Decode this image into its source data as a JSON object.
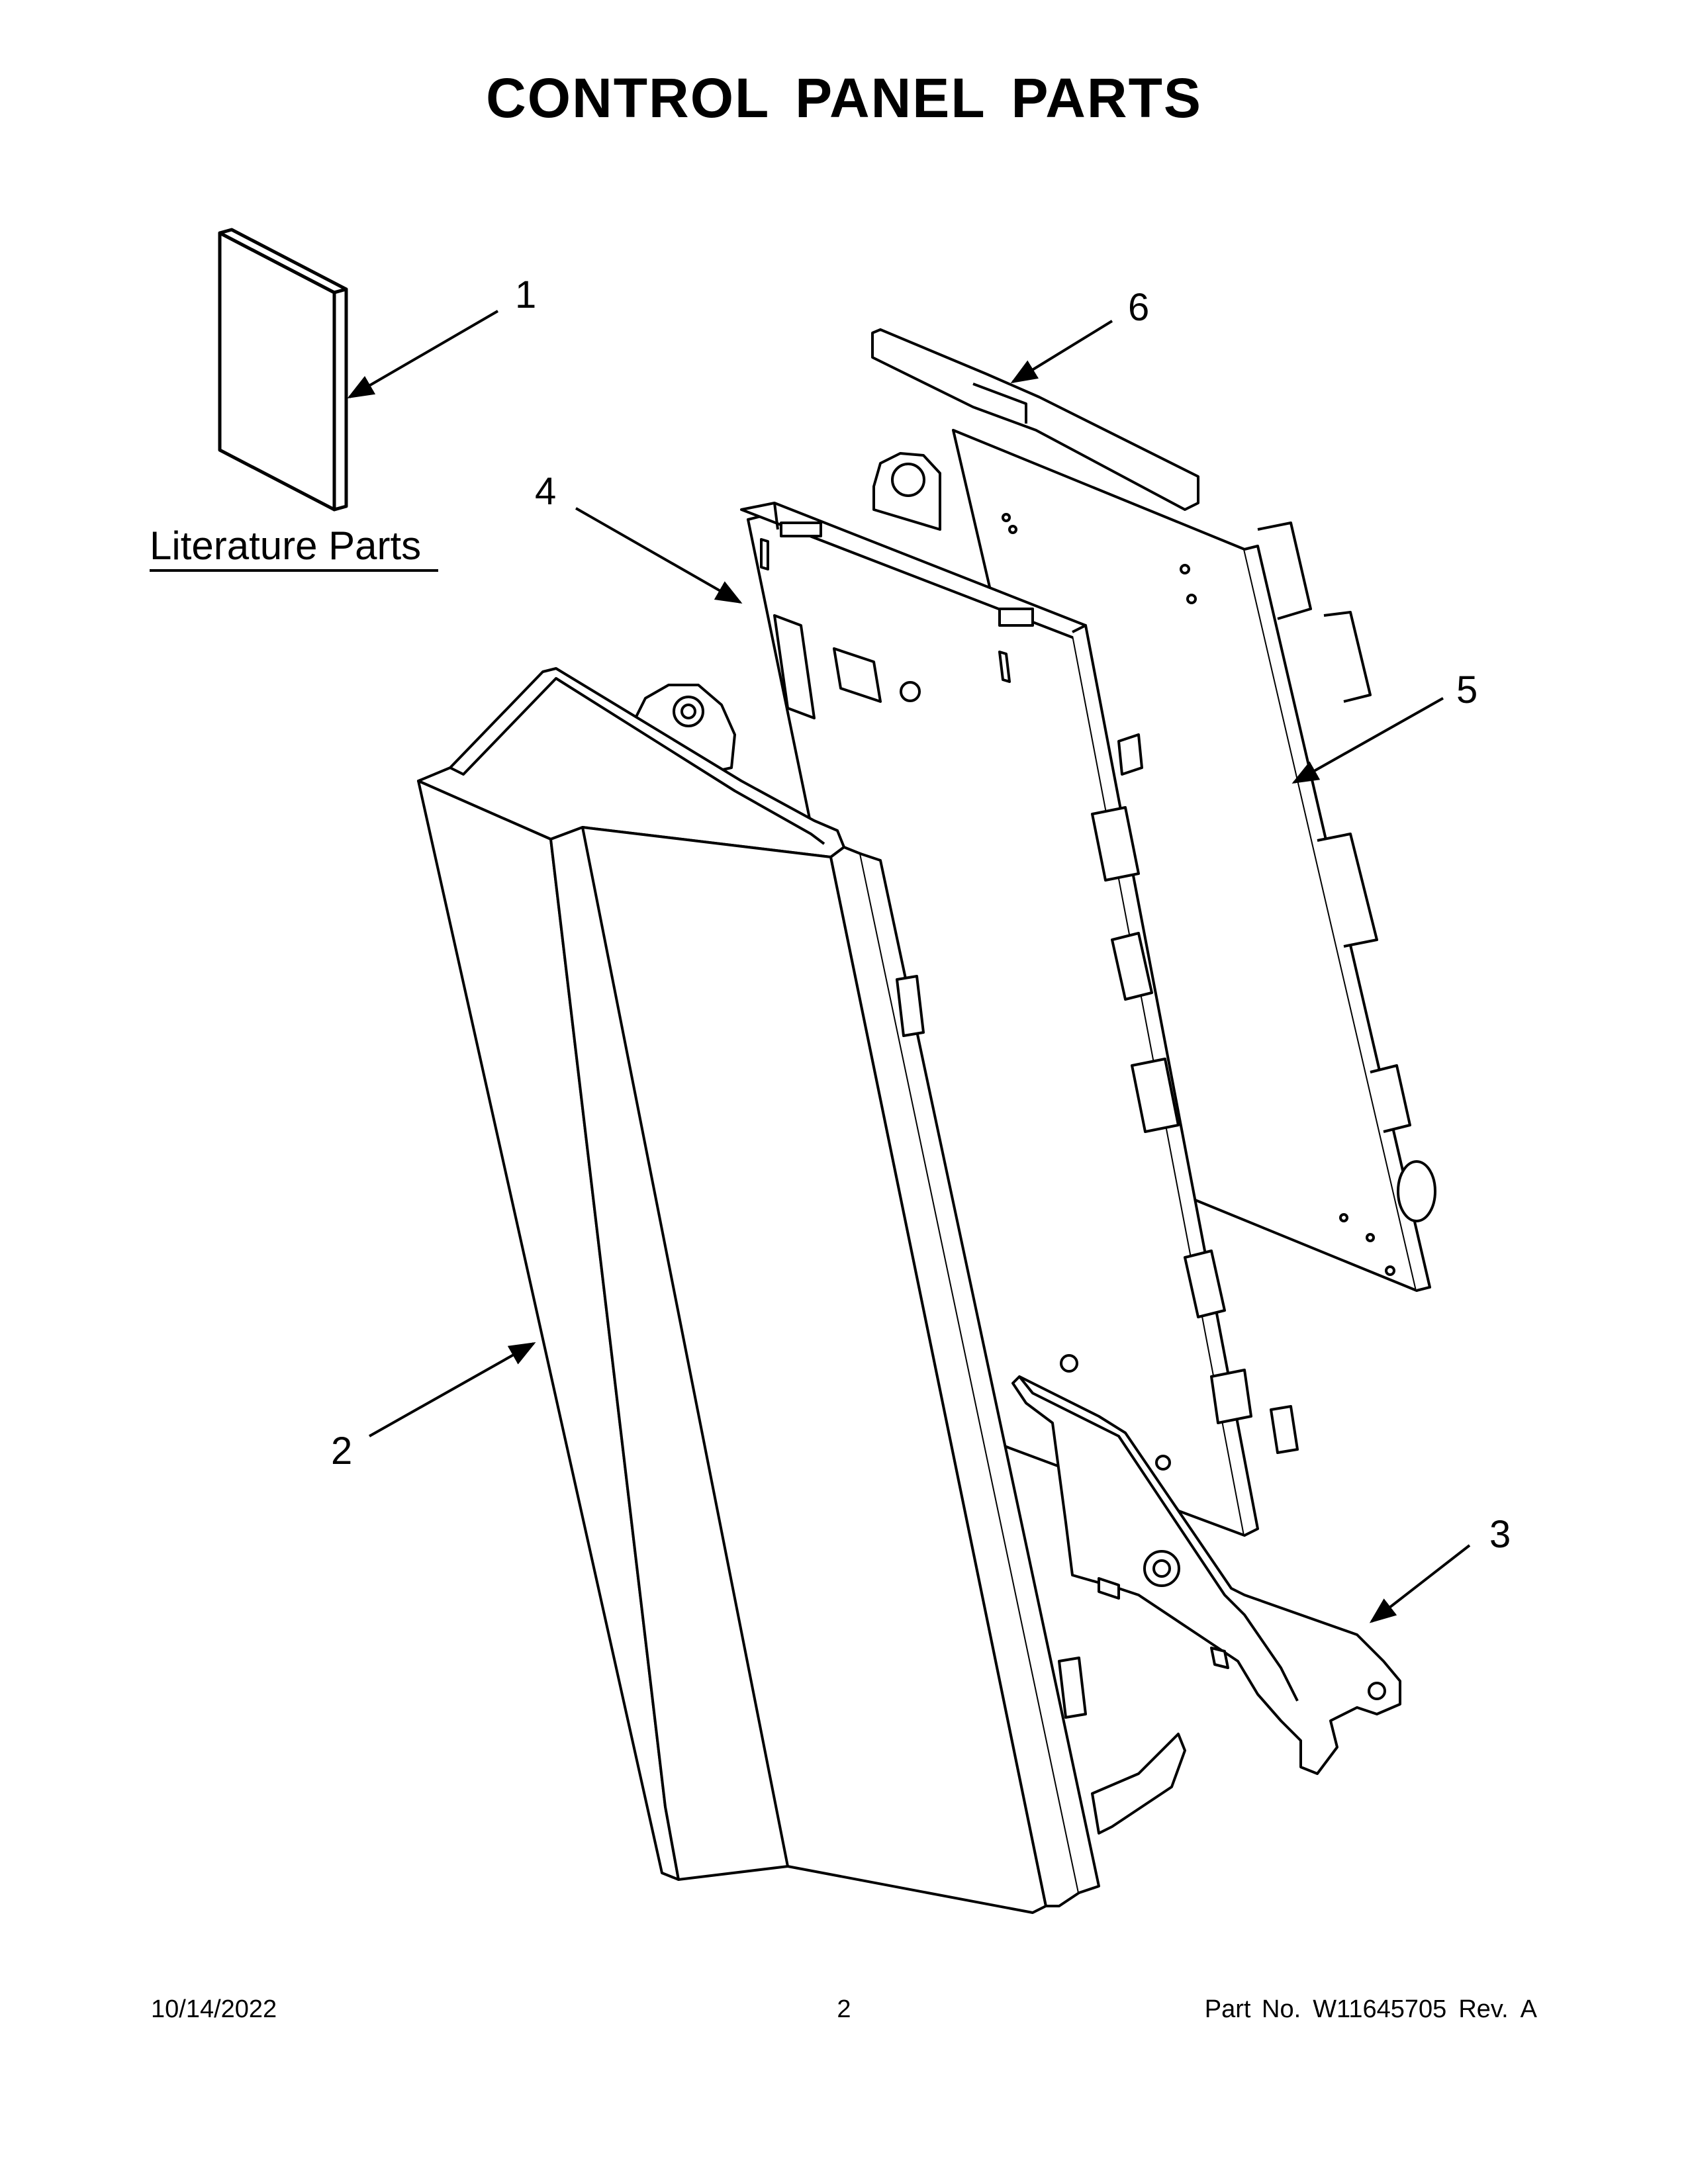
{
  "title": "CONTROL PANEL PARTS",
  "literature_label": "Literature Parts",
  "callouts": {
    "c1": "1",
    "c2": "2",
    "c3": "3",
    "c4": "4",
    "c5": "5",
    "c6": "6"
  },
  "footer": {
    "date": "10/14/2022",
    "page": "2",
    "part_no_label": "Part No.",
    "part_no": "W11645705",
    "rev_label": "Rev.",
    "rev": "A"
  }
}
